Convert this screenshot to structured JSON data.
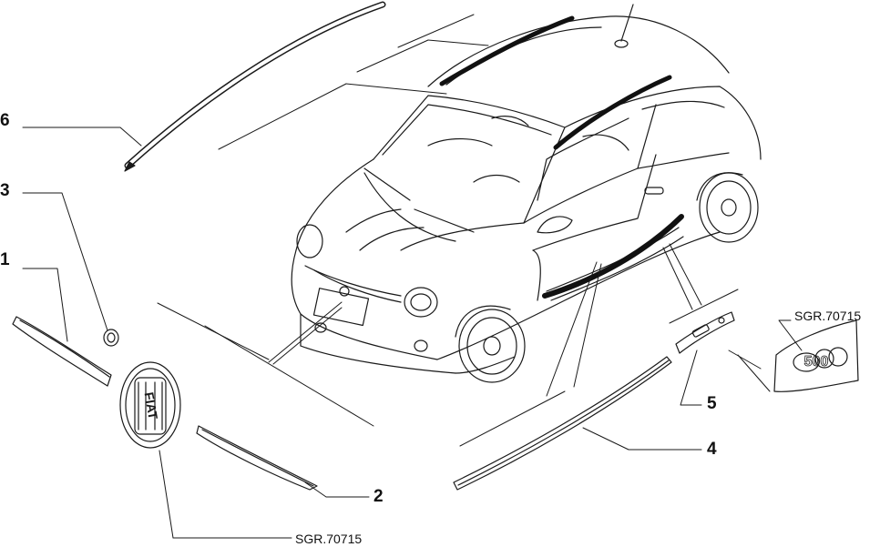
{
  "callouts": {
    "c1": "1",
    "c2": "2",
    "c3": "3",
    "c4": "4",
    "c5": "5",
    "c6": "6"
  },
  "references": {
    "front_badge": "SGR.70715",
    "side_badge": "SGR.70715"
  },
  "badge_text": {
    "front": "FIAT",
    "side": "500"
  },
  "colors": {
    "line": "#1a1a1a",
    "stripe": "#111111",
    "paper": "#ffffff"
  }
}
